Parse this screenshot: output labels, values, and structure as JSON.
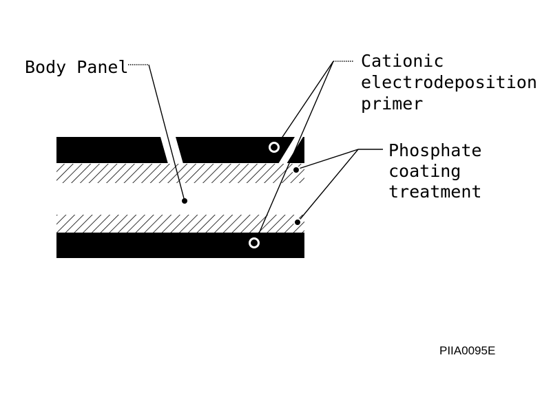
{
  "labels": {
    "body_panel": "Body Panel",
    "cationic": [
      "Cationic",
      "electrodeposition",
      "primer"
    ],
    "phosphate": [
      "Phosphate",
      "coating",
      "treatment"
    ]
  },
  "figure_code": "PIIA0095E",
  "colors": {
    "ink": "#000000",
    "paper": "#ffffff"
  }
}
